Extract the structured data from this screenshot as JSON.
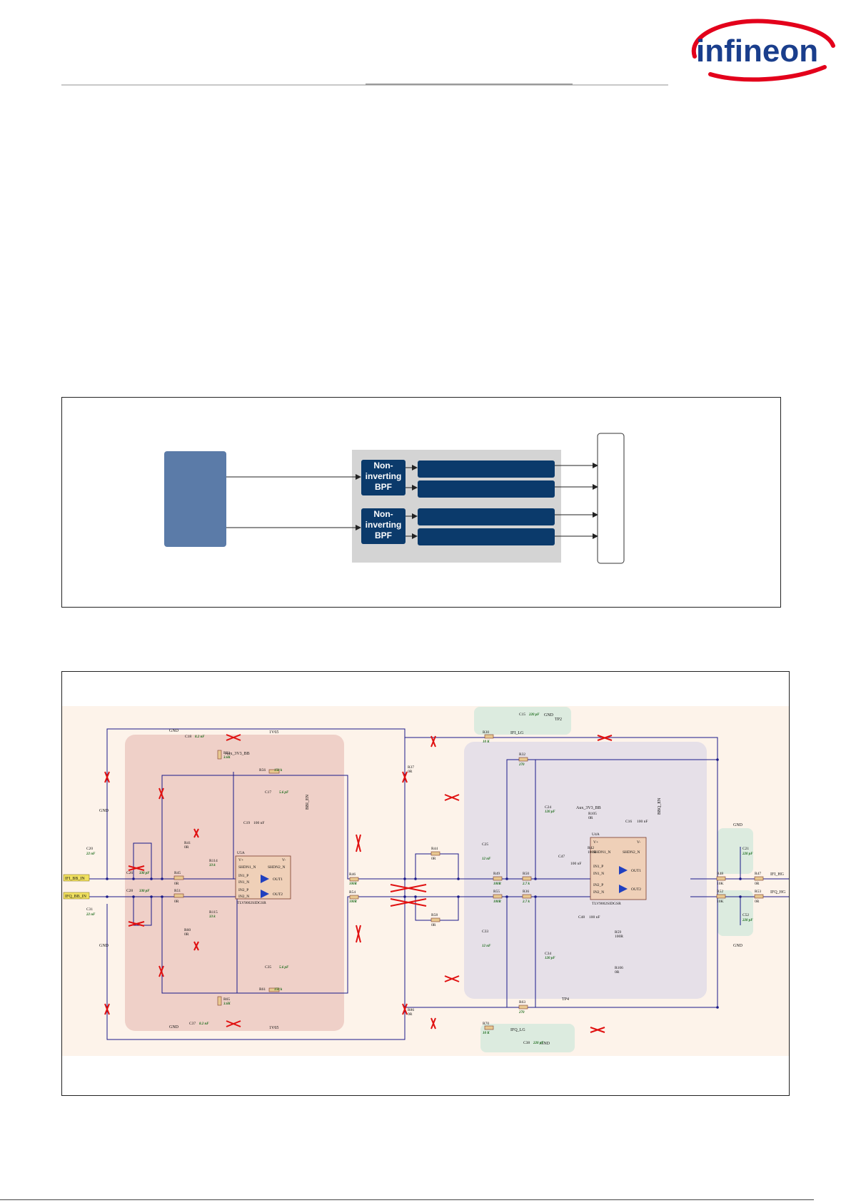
{
  "logo": {
    "text": "infineon",
    "colors": {
      "text": "#1a3e8c",
      "swoosh": "#e3001b"
    }
  },
  "block_diagram": {
    "bpf_label": "Non-inverting BPF",
    "colors": {
      "source_block": "#5b7ba8",
      "bpf_panel": "#d4d4d4",
      "bpf_block": "#0b3a6b"
    }
  },
  "schematic": {
    "nets": {
      "ifi_in": "IFI_BB_IN",
      "ifq_in": "IFQ_BB_IN",
      "ifi_hg": "IFI_HG",
      "ifq_hg": "IFQ_HG",
      "ifi_lg": "IFI_LG",
      "ifq_lg": "IFQ_LG",
      "gnd": "GND",
      "v1": "1V65",
      "aux": "Aux_3V3_BB",
      "bbi_en": "BBI_EN",
      "bbq_en": "BBQ_EN",
      "tp2": "TP2",
      "tp4": "TP4"
    },
    "ic": {
      "u5a_ref": "U5A",
      "u5a_part": "TLV9002SIDGSR",
      "u4a_ref": "U4A",
      "u4a_part": "TLV9002SIDGSR",
      "pin_vplus": "V+",
      "pin_vminus": "V-",
      "pin_shdn1": "SHDN1_N",
      "pin_shdn2": "SHDN2_N",
      "pin_in1p": "IN1_P",
      "pin_in1n": "IN1_N",
      "pin_in2p": "IN2_P",
      "pin_in2n": "IN2_N",
      "pin_out1": "OUT1",
      "pin_out2": "OUT2"
    },
    "parts": {
      "c20": "C20",
      "c20v": "22 nF",
      "c31": "C31",
      "c31v": "22 nF",
      "c26": "C26",
      "c26v": "330 pF",
      "c28": "C28",
      "c28v": "330 pF",
      "r45": "R45",
      "r45v": "0R",
      "r51": "R51",
      "r51v": "0R",
      "c18": "C18",
      "c18v": "8.2 nF",
      "c37": "C37",
      "c37v": "8.2 nF",
      "r33": "R33",
      "r33v": "3.6K",
      "r65": "R65",
      "r65v": "3.6K",
      "r56": "R56",
      "r56v": "150 k",
      "r61": "R61",
      "r61v": "150 k",
      "c17": "C17",
      "c17v": "5.6 pF",
      "c35": "C35",
      "c35v": "5.6 pF",
      "c19": "C19",
      "c19v": "100 nF",
      "r41": "R41",
      "r41v": "0R",
      "r60": "R60",
      "r60v": "0R",
      "r114": "R114",
      "r114v": "33 k",
      "r115": "R115",
      "r115v": "33 k",
      "r46": "R46",
      "r46v": "100R",
      "r54": "R54",
      "r54v": "100R",
      "r44": "R44",
      "r44v": "0R",
      "r58": "R58",
      "r58v": "0R",
      "r37": "R37",
      "r37v": "0R",
      "r86": "R86",
      "r86v": "0R",
      "c15": "C15",
      "c15v": "220 pF",
      "c38": "C38",
      "c38v": "220 pF",
      "r30": "R30",
      "r30v": "10 K",
      "r70": "R70",
      "r70v": "10 K",
      "r32": "R32",
      "r32v": "270",
      "r63": "R63",
      "r63v": "270",
      "c24": "C24",
      "c24v": "120 pF",
      "c34": "C34",
      "c34v": "120 pF",
      "c25": "C25",
      "c25v": "12 nF",
      "c33": "C33",
      "c33v": "12 nF",
      "r49": "R49",
      "r49v": "100R",
      "r55": "R55",
      "r55v": "100R",
      "r50": "R50",
      "r50v": "2.7 k",
      "r36": "R36",
      "r36v": "2.7 k",
      "c47": "C47",
      "c47v": "100 nF",
      "c48": "C48",
      "c48v": "100 nF",
      "c16": "C16",
      "c16v": "100 nF",
      "r42": "R42",
      "r42v": "100R",
      "r59": "R59",
      "r59v": "100R",
      "r105": "R105",
      "r105v": "0R",
      "r106": "R106",
      "r106v": "0R",
      "r48": "R48",
      "r48v": "10K",
      "r52": "R52",
      "r52v": "10K",
      "r47": "R47",
      "r47v": "0R",
      "r53": "R53",
      "r53v": "0R",
      "c21": "C21",
      "c21v": "220 pF",
      "c52": "C52",
      "c52v": "220 pF"
    },
    "colors": {
      "stage1": "#efd0c8",
      "stage2": "#e6e0e8",
      "rc_filter": "#dcebdf",
      "background": "#fdf3ea",
      "wire": "#1a1a8a",
      "dnp_cross": "#e01010"
    }
  }
}
